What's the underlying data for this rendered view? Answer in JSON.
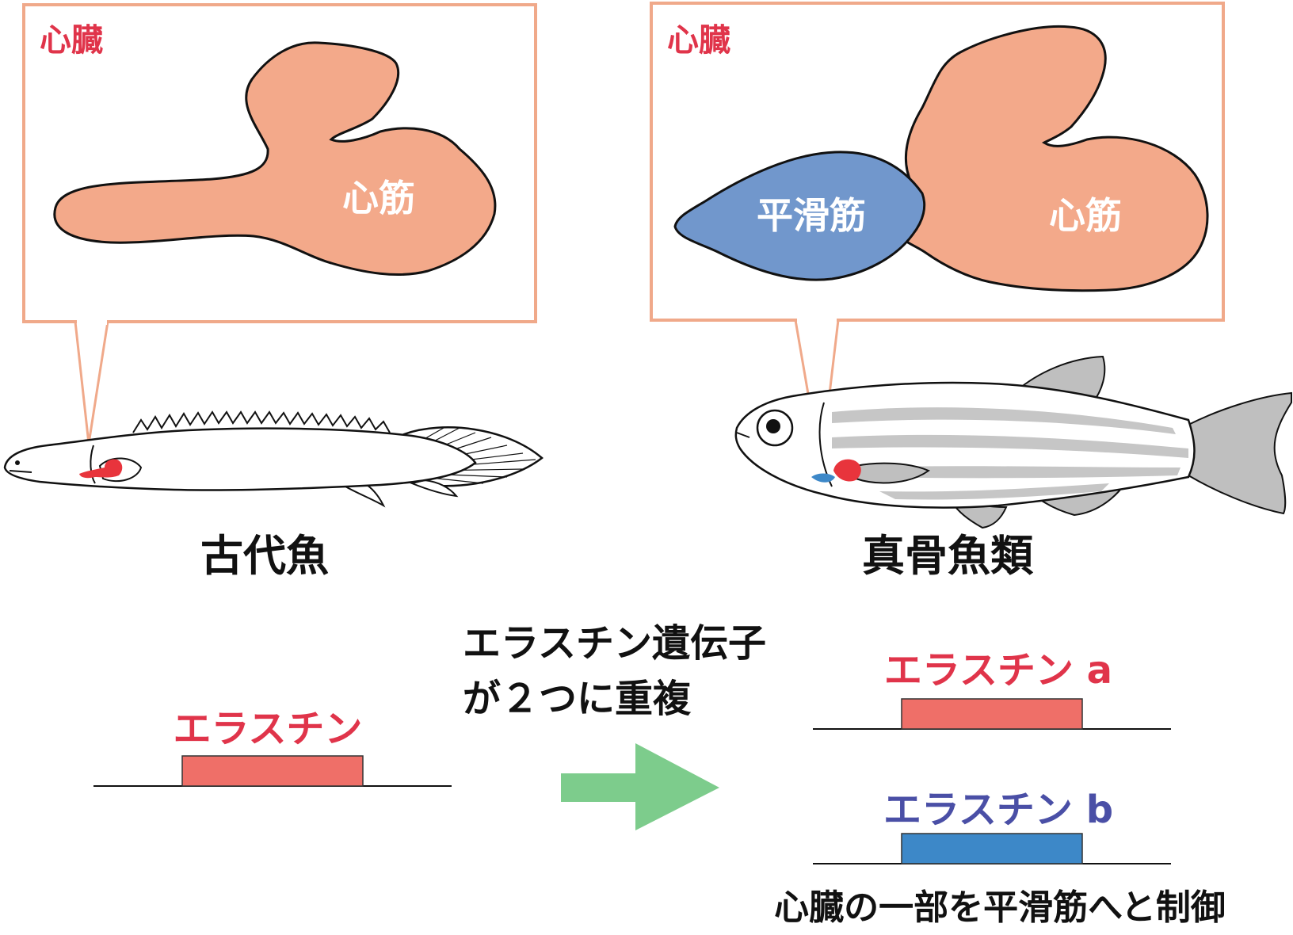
{
  "left_panel": {
    "box_title": "心臓",
    "region_label": "心筋",
    "fish_caption": "古代魚"
  },
  "right_panel": {
    "box_title": "心臓",
    "smooth_label": "平滑筋",
    "cardiac_label": "心筋",
    "fish_caption": "真骨魚類"
  },
  "bottom": {
    "gene_label": "エラスチン",
    "duplication_line1": "エラスチン遺伝子",
    "duplication_line2": "が２つに重複",
    "gene_a_label": "エラスチン a",
    "gene_b_label": "エラスチン b",
    "conclusion": "心臓の一部を平滑筋へと制御"
  },
  "colors": {
    "box_border": "#f0a98a",
    "heart_fill": "#f3a98a",
    "smooth_fill": "#7197cc",
    "title_red": "#e0344a",
    "gene_red": "#ef6f68",
    "gene_blue": "#3d88c8",
    "label_blue": "#4a4fa6",
    "arrow_green": "#7dcc8c",
    "fish_stripe": "#c6c6c6"
  },
  "icons": [
    "arrow-right-icon",
    "ancient-fish-icon",
    "teleost-fish-icon"
  ]
}
